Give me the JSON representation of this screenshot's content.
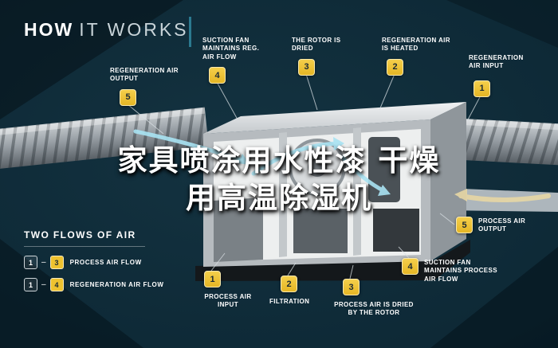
{
  "title": {
    "bold": "HOW",
    "light": "IT WORKS"
  },
  "overlay": {
    "line1": "家具喷涂用水性漆 干燥",
    "line2": "用高温除湿机"
  },
  "callouts": [
    {
      "num": "5",
      "text": "REGENERATION AIR OUTPUT"
    },
    {
      "num": "4",
      "text": "SUCTION FAN MAINTAINS REG. AIR FLOW"
    },
    {
      "num": "3",
      "text": "THE ROTOR IS DRIED"
    },
    {
      "num": "2",
      "text": "REGENERATION AIR IS HEATED"
    },
    {
      "num": "1",
      "text": "REGENERATION AIR INPUT"
    },
    {
      "num": "5",
      "text": "PROCESS AIR OUTPUT"
    },
    {
      "num": "1",
      "text": "PROCESS AIR INPUT"
    },
    {
      "num": "2",
      "text": "FILTRATION"
    },
    {
      "num": "3",
      "text": "PROCESS AIR IS DRIED BY THE ROTOR"
    },
    {
      "num": "4",
      "text": "SUCTION FAN MAINTAINS PROCESS AIR FLOW"
    }
  ],
  "legend": {
    "heading": "TWO FLOWS OF AIR",
    "separator": "–",
    "rows": [
      {
        "from": "1",
        "to": "3",
        "label": "PROCESS AIR FLOW"
      },
      {
        "from": "1",
        "to": "4",
        "label": "REGENERATION AIR FLOW"
      }
    ]
  },
  "colors": {
    "background": "#0d2835",
    "badge_yellow": "#eec22f",
    "accent_teal": "#2c7a90",
    "label_text": "#ffffff",
    "process_air_arrow": "#a9e3f3",
    "regeneration_air_arrow": "#e7d7a4"
  }
}
